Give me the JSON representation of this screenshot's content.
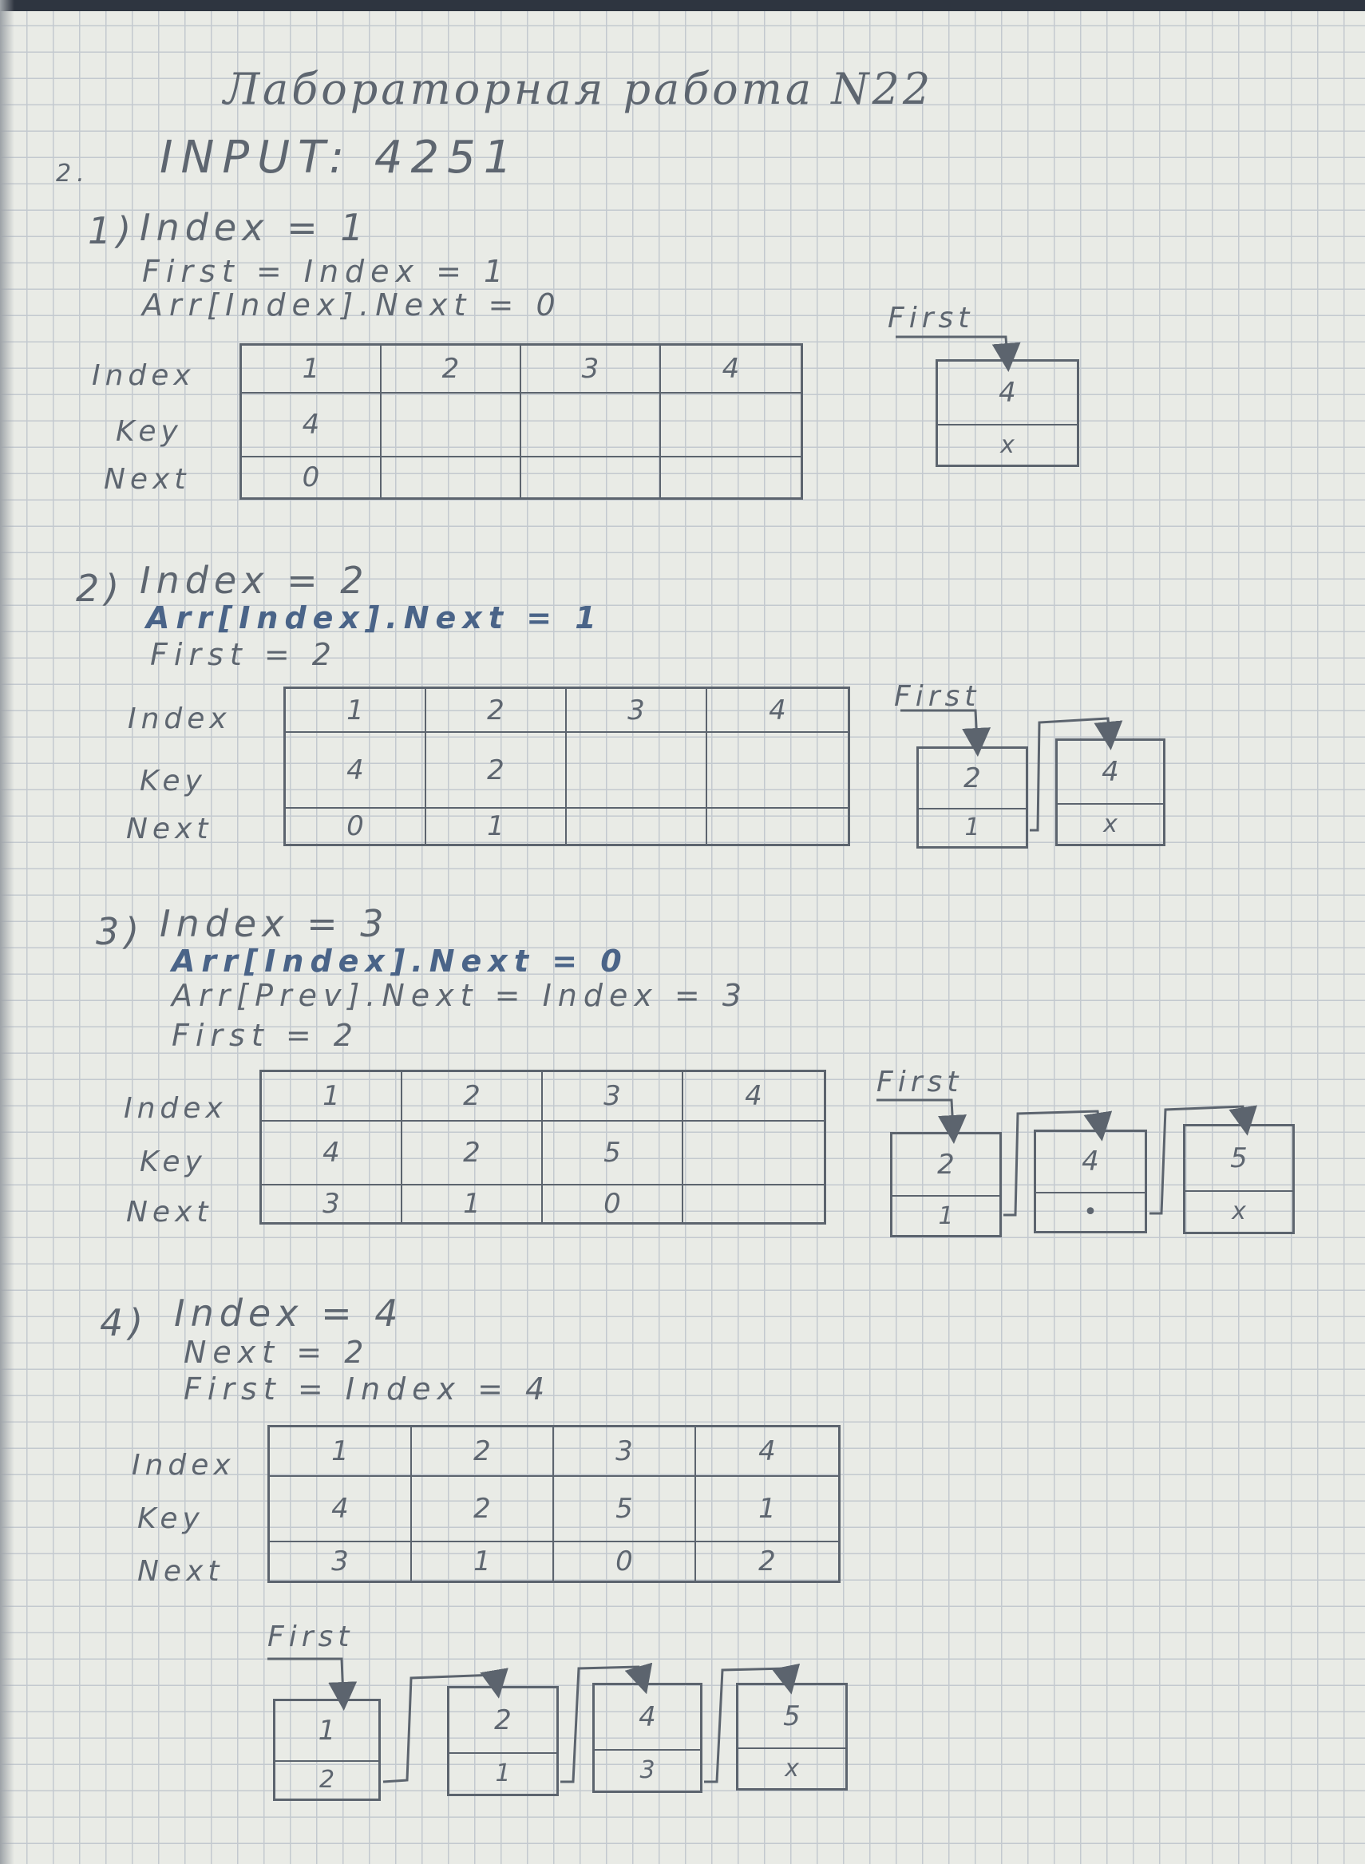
{
  "title": "Лабораторная работа N22",
  "task_number": "2.",
  "input_line": "INPUT: 4251",
  "labels": {
    "index": "Index",
    "key": "Key",
    "next": "Next",
    "first": "First",
    "cols": [
      "1",
      "2",
      "3",
      "4"
    ]
  },
  "steps": [
    {
      "marker": "1)",
      "lines": [
        "Index = 1",
        "First = Index = 1",
        "Arr[Index].Next = 0"
      ],
      "keys": [
        "4",
        "",
        "",
        ""
      ],
      "nexts": [
        "0",
        "",
        "",
        ""
      ],
      "list": [
        {
          "key": "4",
          "next": "x"
        }
      ]
    },
    {
      "marker": "2)",
      "lines": [
        "Index = 2",
        "Arr[Index].Next = 1",
        "First = 2"
      ],
      "keys": [
        "4",
        "2",
        "",
        ""
      ],
      "nexts": [
        "0",
        "1",
        "",
        ""
      ],
      "list": [
        {
          "key": "2",
          "next": "1"
        },
        {
          "key": "4",
          "next": "x"
        }
      ]
    },
    {
      "marker": "3)",
      "lines": [
        "Index = 3",
        "Arr[Index].Next = 0",
        "Arr[Prev].Next = Index = 3",
        "First = 2"
      ],
      "keys": [
        "4",
        "2",
        "5",
        ""
      ],
      "nexts": [
        "3",
        "1",
        "0",
        ""
      ],
      "list": [
        {
          "key": "2",
          "next": "1"
        },
        {
          "key": "4",
          "next": "•"
        },
        {
          "key": "5",
          "next": "x"
        }
      ]
    },
    {
      "marker": "4)",
      "lines": [
        "Index = 4",
        "Next = 2",
        "First = Index = 4"
      ],
      "keys": [
        "4",
        "2",
        "5",
        "1"
      ],
      "nexts": [
        "3",
        "1",
        "0",
        "2"
      ],
      "list": [
        {
          "key": "1",
          "next": "2"
        },
        {
          "key": "2",
          "next": "1"
        },
        {
          "key": "4",
          "next": "3"
        },
        {
          "key": "5",
          "next": "x"
        }
      ]
    }
  ]
}
